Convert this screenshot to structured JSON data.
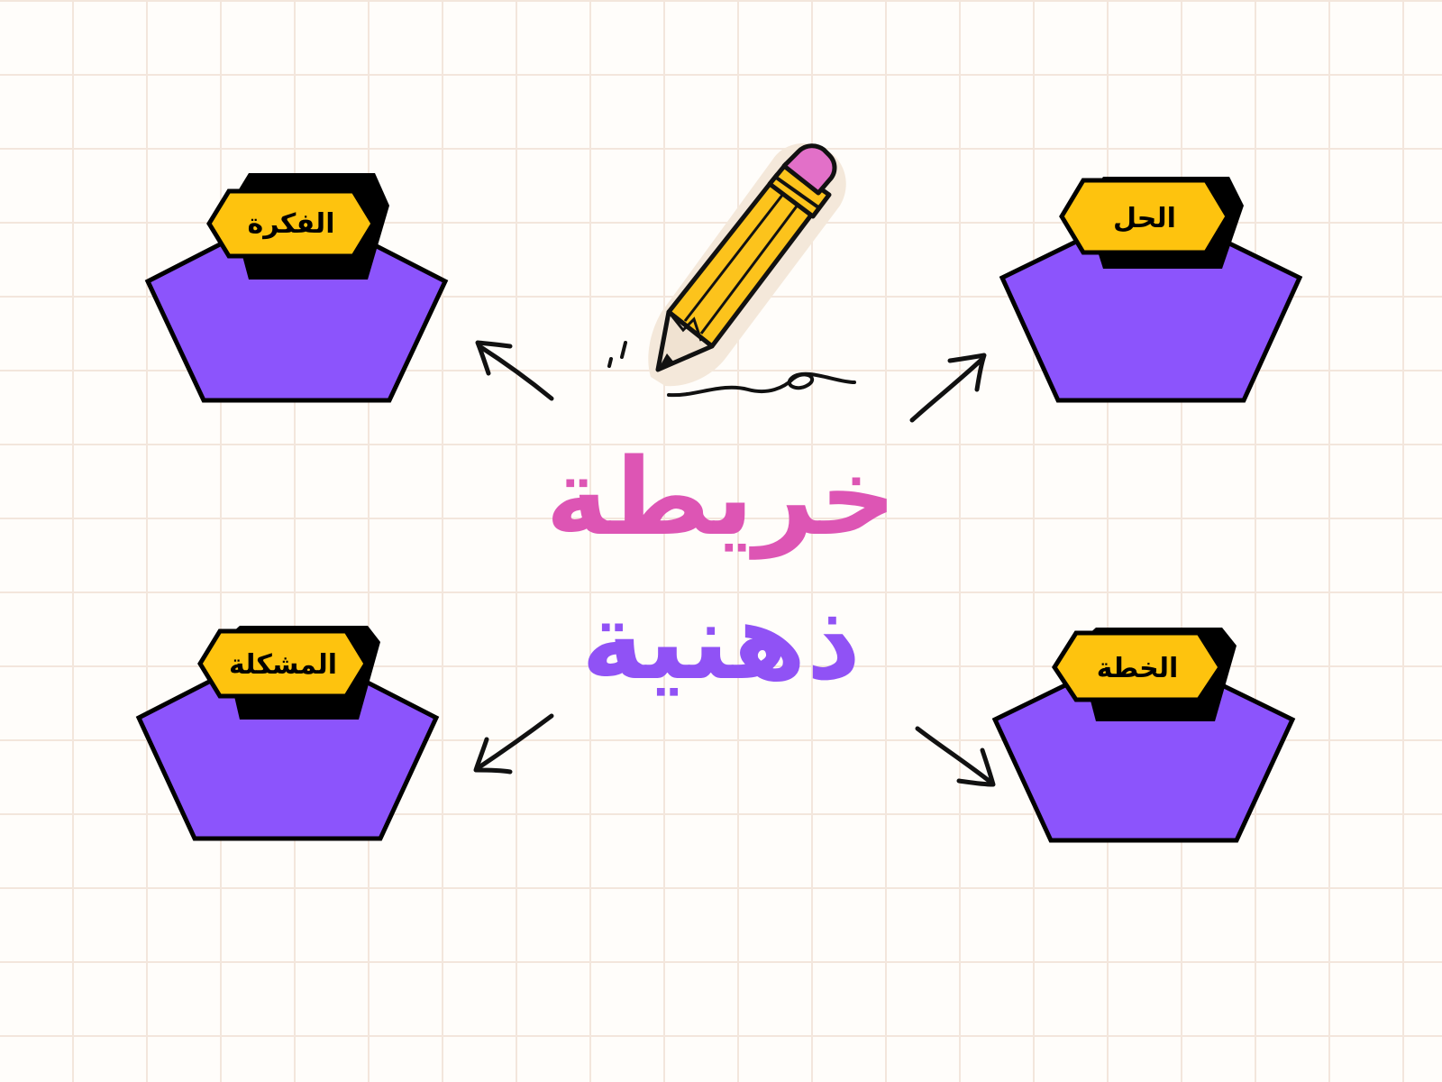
{
  "title": {
    "line1": "خريطة",
    "line2": "ذهنية"
  },
  "nodes": {
    "idea": "الفكرة",
    "solution": "الحل",
    "problem": "المشكلة",
    "plan": "الخطة"
  },
  "colors": {
    "box_fill": "#8c54fc",
    "label_fill": "#fec30e",
    "outline": "#000000",
    "title_line1": "#dd55b4",
    "title_line2": "#9052f5",
    "pencil_body": "#fcc31c",
    "pencil_eraser": "#e270c8",
    "pencil_wood": "#f0e2d1",
    "grid_line": "#f3e6dc",
    "background": "#fffdfa"
  },
  "icons": [
    "pencil-icon",
    "arrow-icon"
  ]
}
